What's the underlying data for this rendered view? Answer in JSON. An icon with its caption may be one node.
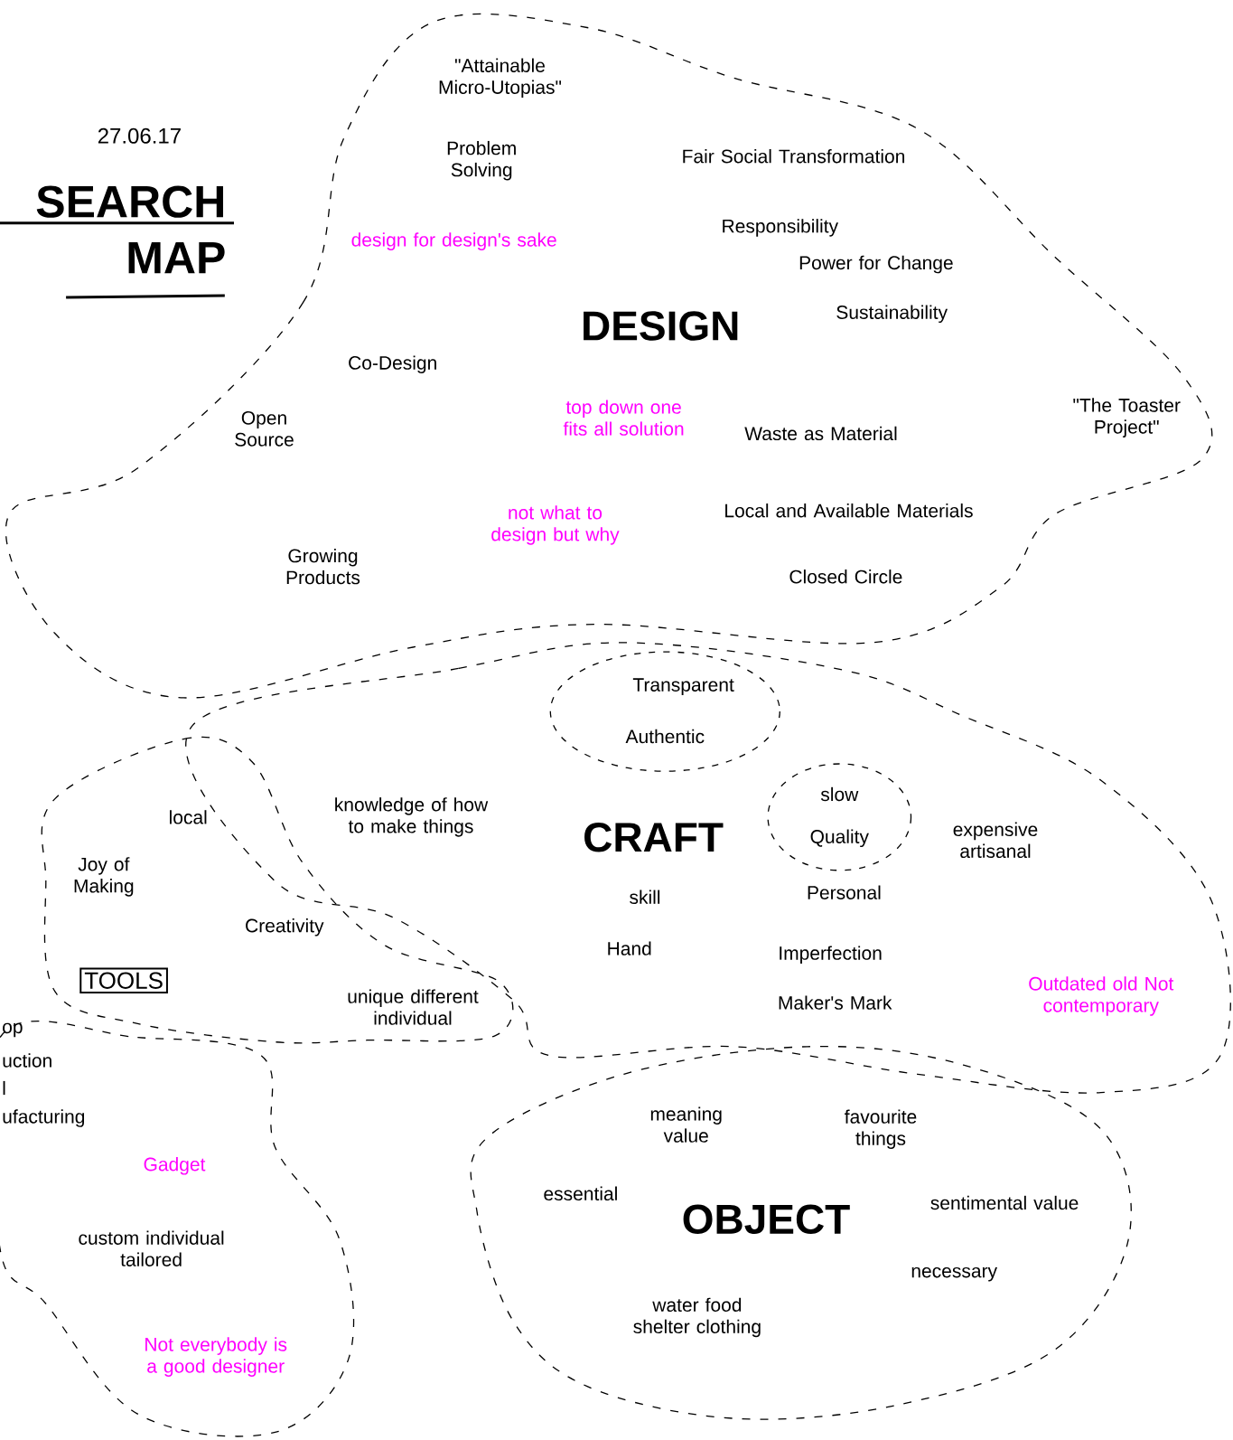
{
  "diagram": {
    "title": "SEARCH MAP",
    "nodes": [
      {
        "text": [
          "\"Attainable Micro-Utopias\"",
          "Problem Solving",
          "design for design's sake",
          "Fair Social Transformation",
          "Responsibility",
          "Power for Change",
          "Sustainability",
          "DESIGN",
          "Co-Design",
          "Open Source",
          "top down one fits all solution",
          "Waste as Material",
          "\"The Toaster Project\"",
          "not what to design but why",
          "Local and Available Materials",
          "Growing Products",
          "Closed Circle"
        ]
      },
      {
        "text": [
          "CRAFT",
          "knowledge of how to make things",
          "skill",
          "Hand",
          "Personal",
          "expensive artisanal",
          "Imperfection",
          "Maker's Mark",
          "Outdated old Not contemporary"
        ]
      },
      {
        "text": [
          "Transparent",
          "Authentic"
        ],
        "in": 1
      },
      {
        "text": [
          "slow",
          "Quality"
        ],
        "in": 1
      },
      {
        "text": [
          "local",
          "Joy of Making",
          "Creativity",
          "unique different individual"
        ]
      },
      {
        "text": [
          "TOOLS"
        ],
        "in": 4
      },
      {
        "text": [
          "op",
          "uction",
          "l",
          "ufacturing",
          "Gadget",
          "custom individual tailored",
          "Not everybody is a good designer"
        ]
      },
      {
        "text": [
          "meaning value",
          "favourite things",
          "essential",
          "OBJECT",
          "sentimental value",
          "necessary",
          "water food shelter clothing"
        ]
      }
    ],
    "labels": [
      "27.06.17"
    ]
  }
}
